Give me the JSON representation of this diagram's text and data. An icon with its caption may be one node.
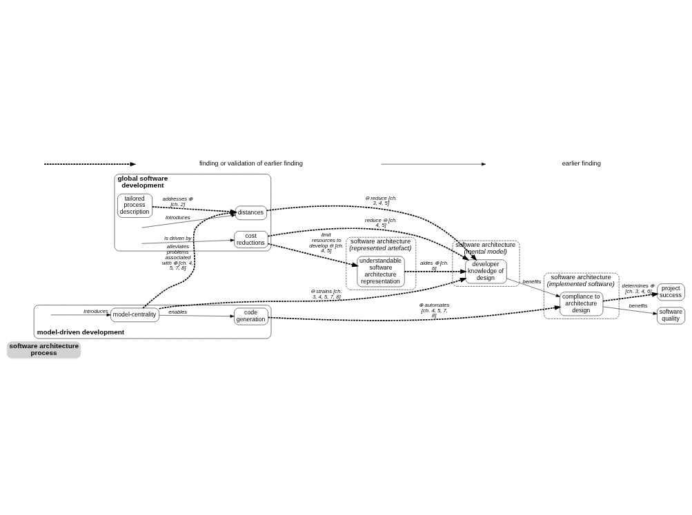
{
  "diagram": {
    "nodes": [
      {
        "text": [
          "software architecture process"
        ]
      },
      {
        "text": [
          "software architecture",
          "(represented artefact)"
        ]
      },
      {
        "text": [
          "understandable software architecture representation"
        ],
        "in": 1
      },
      {
        "text": [
          "software architecture",
          "(mental model)"
        ]
      },
      {
        "text": [
          "developer knowledge of design"
        ],
        "in": 3
      },
      {
        "text": [
          "software architecture",
          "(implemented software)"
        ]
      },
      {
        "text": [
          "compliance to architecture design"
        ],
        "in": 5
      },
      {
        "text": [
          "global software development"
        ]
      },
      {
        "text": [
          "cost reductions"
        ],
        "in": 7
      },
      {
        "text": [
          "distances"
        ],
        "in": 7
      },
      {
        "text": [
          "tailored process description"
        ],
        "in": 7
      },
      {
        "text": [
          "model-driven development"
        ]
      },
      {
        "text": [
          "model-centrality"
        ],
        "in": 11
      },
      {
        "text": [
          "code generation"
        ],
        "in": 11
      },
      {
        "text": [
          "project success"
        ]
      },
      {
        "text": [
          "software quality"
        ]
      }
    ],
    "edges": [
      {
        "from": null,
        "to": 8,
        "arrow": "to",
        "label": "is driven by"
      },
      {
        "from": 8,
        "to": 2,
        "arrow": "to",
        "label": "limit resources to develop ⊖ [ch. 4, 5]",
        "style": "dashed"
      },
      {
        "from": 8,
        "to": 4,
        "arrow": "to",
        "label": "reduce ⊖ [ch. 4, 5]",
        "style": "dashed"
      },
      {
        "from": null,
        "to": 9,
        "arrow": "to",
        "label": "introduces"
      },
      {
        "from": 9,
        "to": 4,
        "arrow": "to",
        "label": "⊖ reduce [ch. 3, 4, 5]",
        "style": "dashed"
      },
      {
        "from": 10,
        "to": 9,
        "arrow": "to",
        "label": "addresses ⊕ [ch. 2]",
        "style": "dashed"
      },
      {
        "from": 12,
        "to": 9,
        "arrow": "to",
        "label": "alleviates problems associated with ⊕ [ch. 4, 5, 7, 8]",
        "style": "dashed"
      },
      {
        "from": 2,
        "to": 4,
        "arrow": "to",
        "label": "aides ⊕ [ch. 6]",
        "style": "dashed"
      },
      {
        "from": 12,
        "to": 4,
        "arrow": "to",
        "label": "⊖ strains [ch. 3, 4, 5, 7, 8]",
        "style": "dashed"
      },
      {
        "from": 4,
        "to": 6,
        "arrow": "to",
        "label": "benefits"
      },
      {
        "from": null,
        "to": 12,
        "arrow": "to",
        "label": "introduces"
      },
      {
        "from": 12,
        "to": 13,
        "arrow": "to",
        "label": "enables"
      },
      {
        "from": 13,
        "to": 6,
        "arrow": "to",
        "label": "⊕ automates [ch. 4, 5, 7, 8]",
        "style": "dashed"
      },
      {
        "from": 6,
        "to": 14,
        "arrow": "to",
        "label": "determines ⊕ [ch. 3, 4, 6]",
        "style": "dashed"
      },
      {
        "from": 6,
        "to": 15,
        "arrow": "to",
        "label": "benefits"
      }
    ],
    "legend": [
      {
        "text": "finding or validation of earlier finding"
      },
      {
        "text": "earlier finding"
      }
    ]
  }
}
